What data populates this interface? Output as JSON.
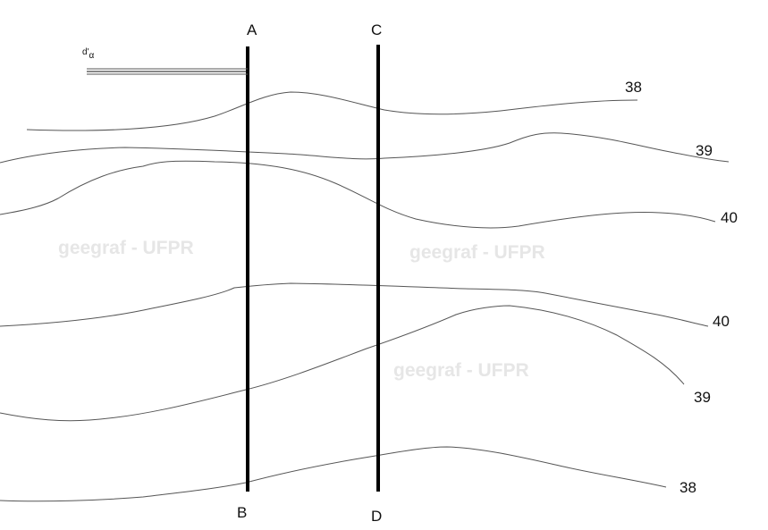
{
  "colors": {
    "contour": "#555555",
    "section_line": "#000000",
    "watermark": "#e6e6e6",
    "text": "#111111"
  },
  "section_lines": [
    {
      "id": "AB",
      "start_label": "A",
      "end_label": "B"
    },
    {
      "id": "CD",
      "start_label": "C",
      "end_label": "D"
    }
  ],
  "distance_marker": {
    "symbol": "d'",
    "subscript": "α"
  },
  "contour_labels": [
    "38",
    "39",
    "40",
    "40",
    "39",
    "38"
  ],
  "watermarks": [
    "geegraf - UFPR",
    "geegraf - UFPR",
    "geegraf - UFPR"
  ]
}
